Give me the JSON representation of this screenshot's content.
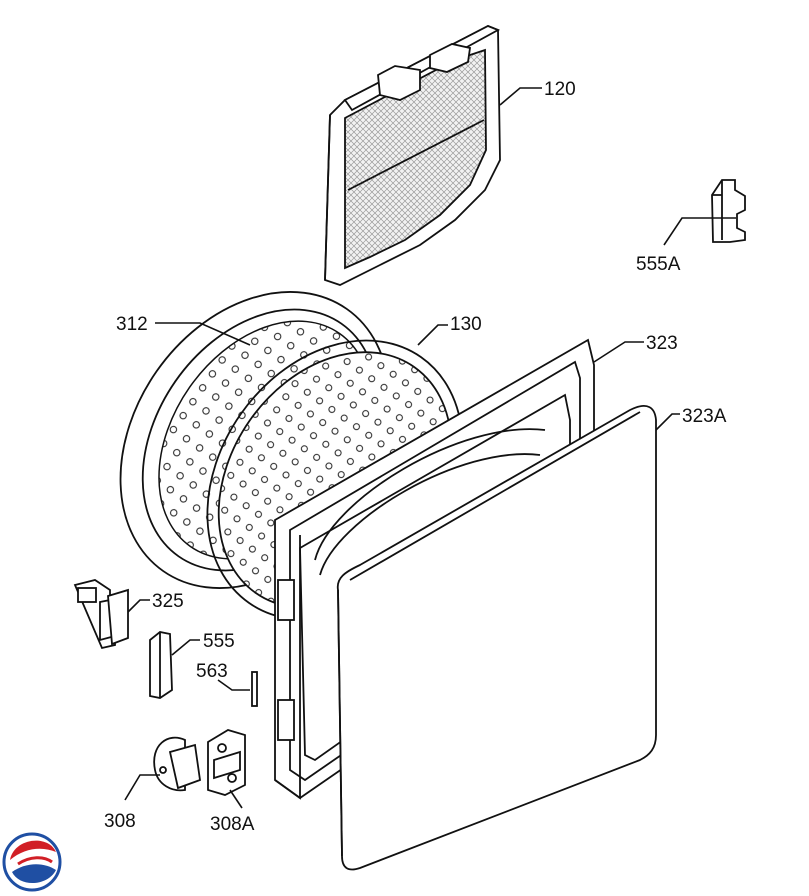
{
  "diagram": {
    "labels": {
      "l120": "120",
      "l555A": "555A",
      "l312": "312",
      "l130": "130",
      "l323": "323",
      "l323A": "323A",
      "l325": "325",
      "l555": "555",
      "l563": "563",
      "l308": "308",
      "l308A": "308A"
    }
  },
  "colors": {
    "line": "#111111",
    "fill_light": "#ffffff",
    "mesh": "#bdbdbd",
    "logo_red": "#d11f26",
    "logo_blue": "#1f4fa3"
  }
}
